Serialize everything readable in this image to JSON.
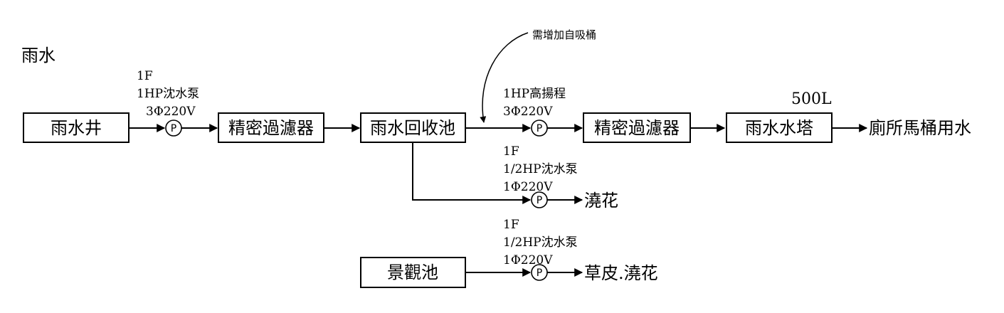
{
  "header": {
    "title": "雨水"
  },
  "nodes": {
    "well": "雨水井",
    "filter1": "精密過濾器",
    "recovery_pool": "雨水回收池",
    "filter2": "精密過濾器",
    "water_tower": "雨水水塔",
    "landscape_pool": "景觀池"
  },
  "outputs": {
    "toilet": "廁所馬桶用水",
    "watering": "澆花",
    "lawn_watering": "草皮.澆花"
  },
  "pumps": {
    "pump1": {
      "floor": "1F",
      "spec": "1HP沈水泵",
      "power": "3Φ220V",
      "symbol": "P"
    },
    "pump2": {
      "spec": "1HP高揚程",
      "power": "3Φ220V",
      "symbol": "P"
    },
    "pump3": {
      "floor": "1F",
      "spec": "1/2HP沈水泵",
      "power": "1Φ220V",
      "symbol": "P"
    },
    "pump4": {
      "floor": "1F",
      "spec": "1/2HP沈水泵",
      "power": "1Φ220V",
      "symbol": "P"
    }
  },
  "annotations": {
    "tower_capacity": "500L",
    "self_priming_note": "需增加自吸桶"
  },
  "colors": {
    "stroke": "#000000",
    "background": "#ffffff"
  }
}
